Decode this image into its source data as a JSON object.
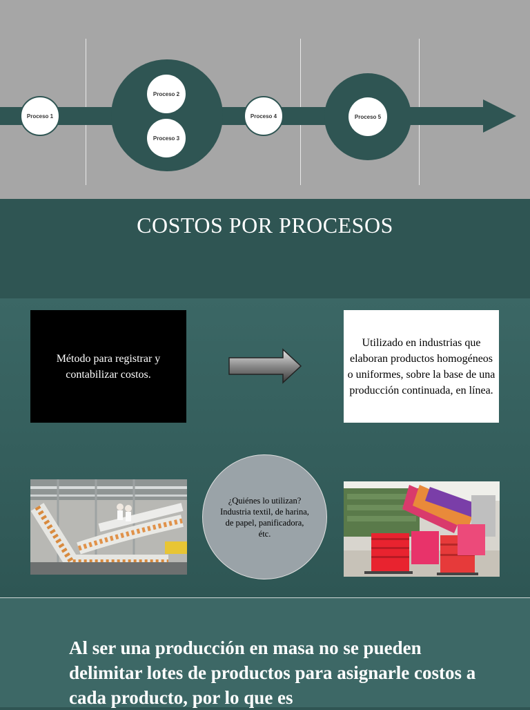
{
  "timeline": {
    "nodes": [
      "Proceso 1",
      "Proceso 2",
      "Proceso 3",
      "Proceso 4",
      "Proceso 5"
    ]
  },
  "title": "COSTOS POR PROCESOS",
  "definition": "Método para registrar y contabilizar costos.",
  "usage": "Utilizado en industrias que elaboran productos homogéneos o uniformes, sobre la base de una producción continuada, en línea.",
  "who": {
    "question": "¿Quiénes lo utilizan?",
    "answer": "Industria textil, de harina, de papel, panificadora, étc."
  },
  "bottom_text": "Al ser una producción en masa no se pueden delimitar lotes de productos para asignarle costos a cada producto, por lo que es",
  "colors": {
    "dark_teal": "#2f5553",
    "banner_gray": "#a6a6a6",
    "mid_teal": "#3b6765"
  }
}
